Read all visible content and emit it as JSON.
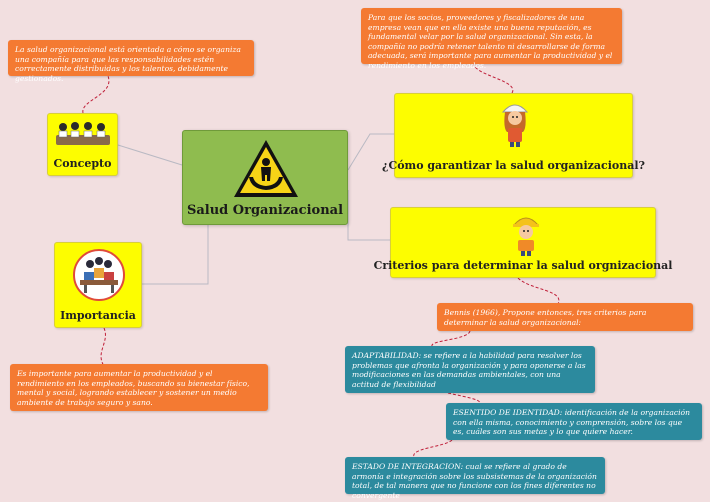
{
  "central": {
    "label": "Salud Organizacional",
    "icon": "health-warning-sign-icon"
  },
  "topics": {
    "concepto": {
      "label": "Concepto",
      "icon": "people-meeting-icon"
    },
    "importancia": {
      "label": "Importancia",
      "icon": "team-table-icon"
    },
    "garantizar": {
      "label": "¿Cómo garantizar la salud organizacional?",
      "icon": "worker-woman-helmet-icon"
    },
    "criterios": {
      "label": "Criterios para determinar la salud orgnizacional",
      "icon": "worker-man-helmet-icon"
    }
  },
  "notes": {
    "concepto": "La salud organizacional está orientada a cómo se organiza una compañía para que las responsabilidades estén correctamente distribuidas y los talentos, debidamente gestionados.",
    "importancia": "Es importante para aumentar la productividad y el rendimiento en los empleados, buscando su bienestar físico, mental y social, logrando establecer y sostener un medio ambiente de trabajo seguro y sano.",
    "garantizar": "Para que los socios, proveedores y fiscalizadores de una empresa vean que en ella existe una buena reputación, es fundamental velar por la salud organizacional. Sin esta, la compañía no podría retener talento ni desarrollarse de forma adecuada, será importante para aumentar la productividad y el rendimiento en los empleados.",
    "bennis": "Bennis (1966), Propone entonces, tres criterios para determinar la salud organizacional:",
    "adaptabilidad": "ADAPTABILIDAD: se refiere a la habilidad para resolver los problemas que afronta la organización y para oponerse a las modificaciones en las demandas ambientales, con una actitud de flexibilidad",
    "identidad": "ESENTIDO DE IDENTIDAD: identificación de la organización con ella misma, conocimiento y comprensión, sobre los que es, cuáles son sus metas y lo que quiere hacer.",
    "integracion": "ESTADO DE INTEGRACION: cual se refiere al grado de armonía e integración sobre los subsistemas de la organización total, de tal manera que no funcione con los fines diferentes no convergente"
  },
  "colors": {
    "background": "#f2dfe0",
    "topic": "#fdfd00",
    "central": "#8fbc4f",
    "note_orange": "#f47a32",
    "note_teal": "#2c8a9e",
    "connector": "#b9b9c3",
    "dashed_link": "#c0203a"
  }
}
